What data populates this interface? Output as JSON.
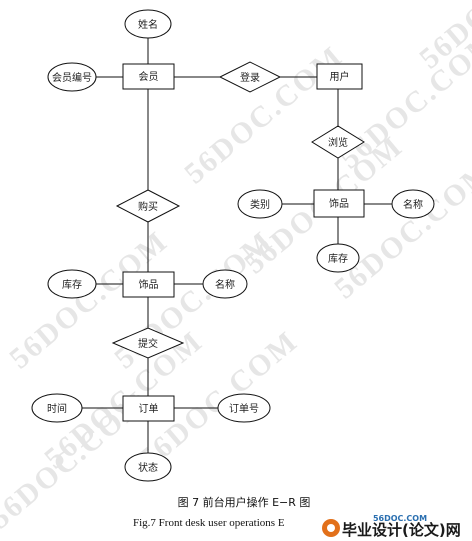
{
  "entities": {
    "member": "会员",
    "user": "用户",
    "jewelry_top": "饰品",
    "jewelry_bottom": "饰品",
    "order": "订单"
  },
  "relationships": {
    "login": "登录",
    "browse": "浏览",
    "purchase": "购买",
    "submit": "提交"
  },
  "attributes": {
    "member_name": "姓名",
    "member_id": "会员编号",
    "category": "类别",
    "name_top": "名称",
    "stock_top": "库存",
    "stock_bottom": "库存",
    "name_bottom": "名称",
    "time": "时间",
    "order_no": "订单号",
    "status": "状态"
  },
  "caption": {
    "cn": "图 7    前台用户操作 E−R 图",
    "en": "Fig.7    Front desk user operations E"
  },
  "watermark": {
    "text": "56DOC.COM"
  },
  "logo": {
    "domain": "56DOC.COM",
    "title": "毕业设计(论文)网",
    "color_accent": "#e2701a"
  }
}
